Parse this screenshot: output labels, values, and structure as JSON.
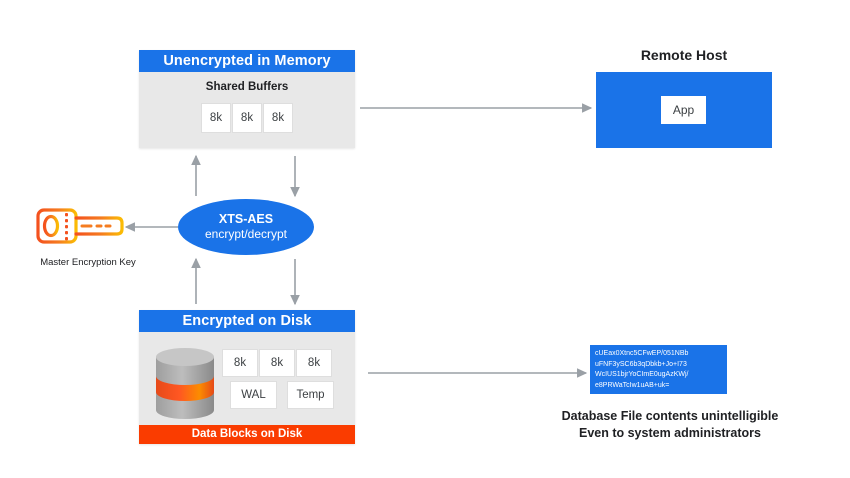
{
  "colors": {
    "blue": "#1a73e8",
    "orange": "#fa3c00",
    "panel_gray": "#e8e8e8",
    "arrow_gray": "#9aa0a6",
    "key_orange": "#f4511e",
    "key_amber": "#fbbc04"
  },
  "memory_panel": {
    "header": "Unencrypted in Memory",
    "subtitle": "Shared Buffers",
    "blocks": [
      "8k",
      "8k",
      "8k"
    ]
  },
  "disk_panel": {
    "header": "Encrypted on Disk",
    "footer": "Data Blocks on Disk",
    "blocks_row1": [
      "8k",
      "8k",
      "8k"
    ],
    "blocks_row2": [
      "WAL",
      "Temp"
    ],
    "icon": "database-cylinder-icon"
  },
  "cipher_engine": {
    "title": "XTS-AES",
    "subtitle": "encrypt/decrypt"
  },
  "key": {
    "icon": "key-icon",
    "label": "Master Encryption Key"
  },
  "remote_host": {
    "title": "Remote Host",
    "app_label": "App"
  },
  "cipher_block": {
    "lines": [
      "cUEax0Xtnc5CFwEP/051NBb",
      "uFNF3ySC6b3qDbkb+Jo+I73",
      "WcIUS1bjrYoCImE0ugAzKWj/",
      "e8PRWaTcIw1uAB+uk="
    ],
    "caption_line1": "Database File contents unintelligible",
    "caption_line2": "Even to system administrators"
  },
  "arrows": [
    {
      "name": "memory-to-remote-host",
      "direction": "right"
    },
    {
      "name": "memory-to-cipher-engine",
      "direction": "down"
    },
    {
      "name": "cipher-engine-to-memory",
      "direction": "up"
    },
    {
      "name": "cipher-engine-to-key",
      "direction": "left"
    },
    {
      "name": "cipher-engine-to-disk",
      "direction": "down"
    },
    {
      "name": "disk-to-cipher-engine",
      "direction": "up"
    },
    {
      "name": "disk-to-cipher-block",
      "direction": "right"
    }
  ]
}
